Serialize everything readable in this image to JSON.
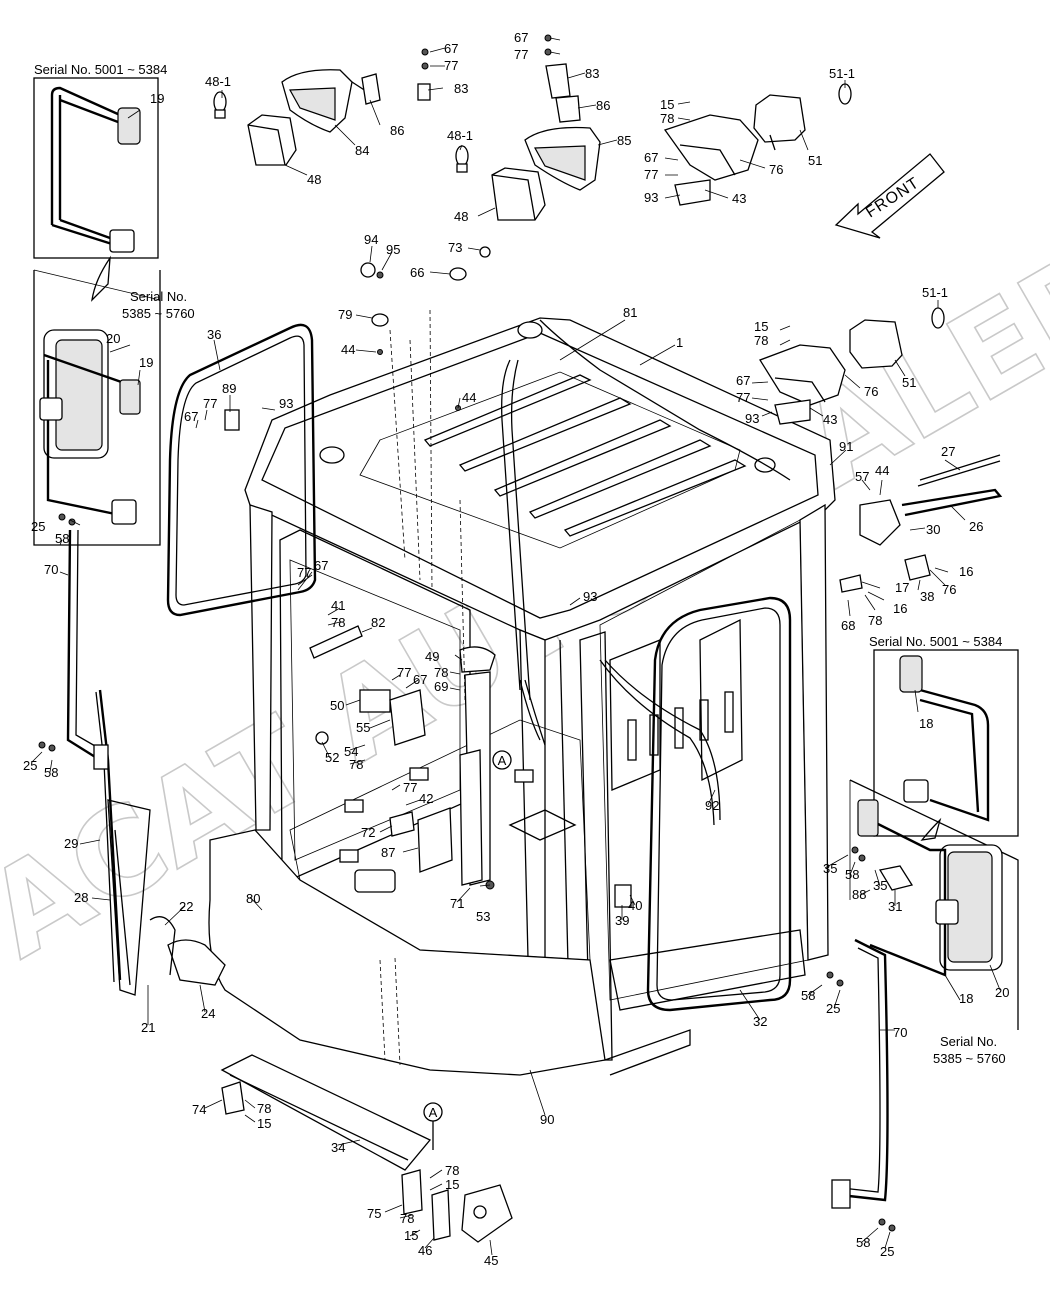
{
  "serial_notes": [
    {
      "id": "tl",
      "text": "Serial No. 5001 ~ 5384"
    },
    {
      "id": "ml1",
      "text": "Serial No."
    },
    {
      "id": "ml2",
      "text": "5385 ~ 5760"
    },
    {
      "id": "rt",
      "text": "Serial No. 5001 ~ 5384"
    },
    {
      "id": "rb1",
      "text": "Serial No."
    },
    {
      "id": "rb2",
      "text": "5385 ~ 5760"
    }
  ],
  "front_label": "FRONT",
  "section_mark": "A",
  "watermark": "ACAT AUTODEALER.RU",
  "callouts": [
    {
      "id": "c48-1a",
      "t": "48-1"
    },
    {
      "id": "c19a",
      "t": "19"
    },
    {
      "id": "c67a",
      "t": "67"
    },
    {
      "id": "c77a",
      "t": "77"
    },
    {
      "id": "c83a",
      "t": "83"
    },
    {
      "id": "c86a",
      "t": "86"
    },
    {
      "id": "c84",
      "t": "84"
    },
    {
      "id": "c48a",
      "t": "48"
    },
    {
      "id": "c67b",
      "t": "67"
    },
    {
      "id": "c77b",
      "t": "77"
    },
    {
      "id": "c83b",
      "t": "83"
    },
    {
      "id": "c86b",
      "t": "86"
    },
    {
      "id": "c85",
      "t": "85"
    },
    {
      "id": "c48-1b",
      "t": "48-1"
    },
    {
      "id": "c48b",
      "t": "48"
    },
    {
      "id": "c15a",
      "t": "15"
    },
    {
      "id": "c78a",
      "t": "78"
    },
    {
      "id": "c67c",
      "t": "67"
    },
    {
      "id": "c77c",
      "t": "77"
    },
    {
      "id": "c93a",
      "t": "93"
    },
    {
      "id": "c43a",
      "t": "43"
    },
    {
      "id": "c76a",
      "t": "76"
    },
    {
      "id": "c51a",
      "t": "51"
    },
    {
      "id": "c51-1a",
      "t": "51-1"
    },
    {
      "id": "c94",
      "t": "94"
    },
    {
      "id": "c95",
      "t": "95"
    },
    {
      "id": "c73",
      "t": "73"
    },
    {
      "id": "c66",
      "t": "66"
    },
    {
      "id": "c79",
      "t": "79"
    },
    {
      "id": "c44a",
      "t": "44"
    },
    {
      "id": "c44b",
      "t": "44"
    },
    {
      "id": "c81",
      "t": "81"
    },
    {
      "id": "c1",
      "t": "1"
    },
    {
      "id": "c36",
      "t": "36"
    },
    {
      "id": "c20a",
      "t": "20"
    },
    {
      "id": "c19b",
      "t": "19"
    },
    {
      "id": "c89",
      "t": "89"
    },
    {
      "id": "c77d",
      "t": "77"
    },
    {
      "id": "c67d",
      "t": "67"
    },
    {
      "id": "c93b",
      "t": "93"
    },
    {
      "id": "c51-1b",
      "t": "51-1"
    },
    {
      "id": "c15b",
      "t": "15"
    },
    {
      "id": "c78b",
      "t": "78"
    },
    {
      "id": "c67e",
      "t": "67"
    },
    {
      "id": "c77e",
      "t": "77"
    },
    {
      "id": "c93c",
      "t": "93"
    },
    {
      "id": "c43b",
      "t": "43"
    },
    {
      "id": "c76b",
      "t": "76"
    },
    {
      "id": "c51b",
      "t": "51"
    },
    {
      "id": "c91",
      "t": "91"
    },
    {
      "id": "c27",
      "t": "27"
    },
    {
      "id": "c57",
      "t": "57"
    },
    {
      "id": "c44c",
      "t": "44"
    },
    {
      "id": "c26",
      "t": "26"
    },
    {
      "id": "c30",
      "t": "30"
    },
    {
      "id": "c25a",
      "t": "25"
    },
    {
      "id": "c58a",
      "t": "58"
    },
    {
      "id": "c70a",
      "t": "70"
    },
    {
      "id": "c77f",
      "t": "77"
    },
    {
      "id": "c67f",
      "t": "67"
    },
    {
      "id": "c41",
      "t": "41"
    },
    {
      "id": "c78c",
      "t": "78"
    },
    {
      "id": "c82",
      "t": "82"
    },
    {
      "id": "c93d",
      "t": "93"
    },
    {
      "id": "c17",
      "t": "17"
    },
    {
      "id": "c16a",
      "t": "16"
    },
    {
      "id": "c16b",
      "t": "16"
    },
    {
      "id": "c38",
      "t": "38"
    },
    {
      "id": "c76c",
      "t": "76"
    },
    {
      "id": "c78d",
      "t": "78"
    },
    {
      "id": "c68",
      "t": "68"
    },
    {
      "id": "c49",
      "t": "49"
    },
    {
      "id": "c78e",
      "t": "78"
    },
    {
      "id": "c69",
      "t": "69"
    },
    {
      "id": "c77g",
      "t": "77"
    },
    {
      "id": "c67g",
      "t": "67"
    },
    {
      "id": "c50",
      "t": "50"
    },
    {
      "id": "c55",
      "t": "55"
    },
    {
      "id": "c52",
      "t": "52"
    },
    {
      "id": "c54",
      "t": "54"
    },
    {
      "id": "c78f",
      "t": "78"
    },
    {
      "id": "c18a",
      "t": "18"
    },
    {
      "id": "c25b",
      "t": "25"
    },
    {
      "id": "c58b",
      "t": "58"
    },
    {
      "id": "c77h",
      "t": "77"
    },
    {
      "id": "c42",
      "t": "42"
    },
    {
      "id": "c72",
      "t": "72"
    },
    {
      "id": "c87",
      "t": "87"
    },
    {
      "id": "c92",
      "t": "92"
    },
    {
      "id": "c29",
      "t": "29"
    },
    {
      "id": "c35a",
      "t": "35"
    },
    {
      "id": "c58c",
      "t": "58"
    },
    {
      "id": "c35b",
      "t": "35"
    },
    {
      "id": "c88",
      "t": "88"
    },
    {
      "id": "c31",
      "t": "31"
    },
    {
      "id": "c28",
      "t": "28"
    },
    {
      "id": "c80",
      "t": "80"
    },
    {
      "id": "c22",
      "t": "22"
    },
    {
      "id": "c71",
      "t": "71"
    },
    {
      "id": "c53",
      "t": "53"
    },
    {
      "id": "c39",
      "t": "39"
    },
    {
      "id": "c40",
      "t": "40"
    },
    {
      "id": "c21",
      "t": "21"
    },
    {
      "id": "c24",
      "t": "24"
    },
    {
      "id": "c32",
      "t": "32"
    },
    {
      "id": "c58d",
      "t": "58"
    },
    {
      "id": "c25c",
      "t": "25"
    },
    {
      "id": "c18b",
      "t": "18"
    },
    {
      "id": "c20b",
      "t": "20"
    },
    {
      "id": "c70b",
      "t": "70"
    },
    {
      "id": "c90",
      "t": "90"
    },
    {
      "id": "c74",
      "t": "74"
    },
    {
      "id": "c78g",
      "t": "78"
    },
    {
      "id": "c15c",
      "t": "15"
    },
    {
      "id": "c34",
      "t": "34"
    },
    {
      "id": "c78h",
      "t": "78"
    },
    {
      "id": "c15d",
      "t": "15"
    },
    {
      "id": "c75",
      "t": "75"
    },
    {
      "id": "c78i",
      "t": "78"
    },
    {
      "id": "c15e",
      "t": "15"
    },
    {
      "id": "c46",
      "t": "46"
    },
    {
      "id": "c45",
      "t": "45"
    },
    {
      "id": "c58e",
      "t": "58"
    },
    {
      "id": "c25d",
      "t": "25"
    }
  ]
}
